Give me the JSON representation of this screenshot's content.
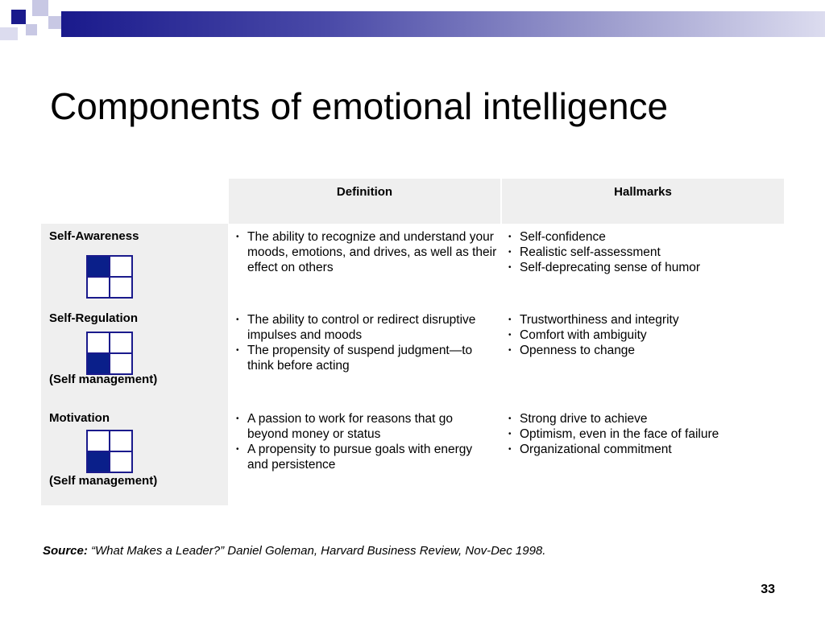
{
  "slide": {
    "title": "Components of emotional intelligence",
    "page_number": "33",
    "colors": {
      "accent": "#1a1a8c",
      "cell_fill": "#0a1f8a",
      "table_bg": "#efefef"
    }
  },
  "table": {
    "headers": {
      "definition": "Definition",
      "hallmarks": "Hallmarks"
    },
    "rows": [
      {
        "component": "Self-Awareness",
        "sub_label": "",
        "definition": [
          "The ability to recognize and understand your moods, emotions, and drives, as well as their effect on others"
        ],
        "hallmarks": [
          "Self-confidence",
          "Realistic self-assessment",
          "Self-deprecating sense of humor"
        ]
      },
      {
        "component": "Self-Regulation",
        "sub_label": "(Self management)",
        "definition": [
          "The ability to control or redirect disruptive impulses and moods",
          "The propensity of suspend judgment—to think before acting"
        ],
        "hallmarks": [
          "Trustworthiness and integrity",
          "Comfort with ambiguity",
          "Openness to change"
        ]
      },
      {
        "component": "Motivation",
        "sub_label": "(Self management)",
        "definition": [
          "A passion to work for reasons that go beyond money or status",
          "A propensity to pursue goals with energy and persistence"
        ],
        "hallmarks": [
          "Strong drive to achieve",
          "Optimism, even in the face of failure",
          "Organizational commitment"
        ]
      }
    ]
  },
  "source": {
    "label": "Source:",
    "text": " “What Makes a Leader?” Daniel Goleman, Harvard Business Review, Nov-Dec 1998."
  }
}
